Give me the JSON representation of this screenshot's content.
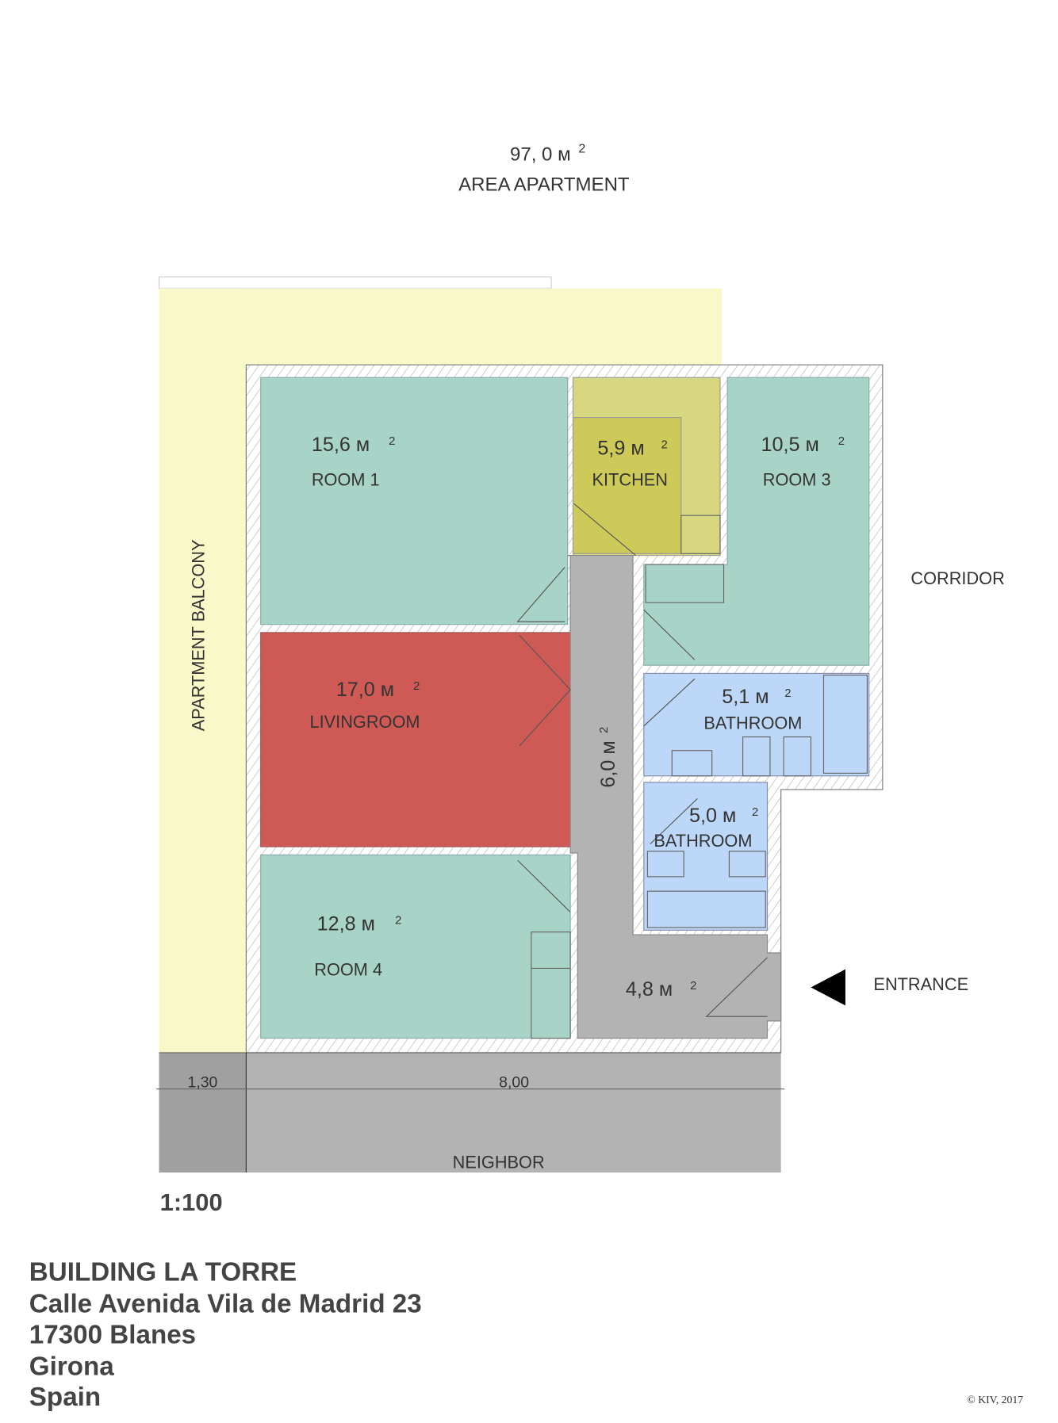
{
  "header": {
    "total_area": "97, 0 м",
    "total_area_sup": "2",
    "title": "AREA APARTMENT"
  },
  "rooms": [
    {
      "name": "ROOM 1",
      "area": "15,6 м",
      "sup": "2",
      "color": "#a8d4c8"
    },
    {
      "name": "KITCHEN",
      "area": "5,9 м",
      "sup": "2",
      "color": "#cdca5a"
    },
    {
      "name": "ROOM 3",
      "area": "10,5 м",
      "sup": "2",
      "color": "#a8d4c8"
    },
    {
      "name": "LIVINGROOM",
      "area": "17,0 м",
      "sup": "2",
      "color": "#cf5a55"
    },
    {
      "name": "BATHROOM",
      "area": "5,1 м",
      "sup": "2",
      "color": "#bcd7f7"
    },
    {
      "name": "BATHROOM",
      "area": "5,0 м",
      "sup": "2",
      "color": "#bcd7f7"
    },
    {
      "name": "ROOM 4",
      "area": "12,8 м",
      "sup": "2",
      "color": "#a8d4c8"
    }
  ],
  "hall": {
    "area": "6,0 м",
    "sup": "2"
  },
  "entry_hall": {
    "area": "4,8 м",
    "sup": "2"
  },
  "labels": {
    "balcony": "APARTMENT BALCONY",
    "corridor": "CORRIDOR",
    "entrance": "ENTRANCE",
    "neighbor": "NEIGHBOR"
  },
  "dimensions": {
    "balcony_width": "1,30",
    "apartment_width": "8,00"
  },
  "scale": "1:100",
  "address": [
    "BUILDING LA TORRE",
    "Calle Avenida Vila de Madrid 23",
    "17300 Blanes",
    "Girona",
    "Spain"
  ],
  "copyright": "© KIV, 2017",
  "colors": {
    "balcony": "#f8f8c8",
    "corridor": "#b3b3b3",
    "neighbor": "#b3b3b3",
    "neighbor_dark": "#a0a0a0"
  }
}
